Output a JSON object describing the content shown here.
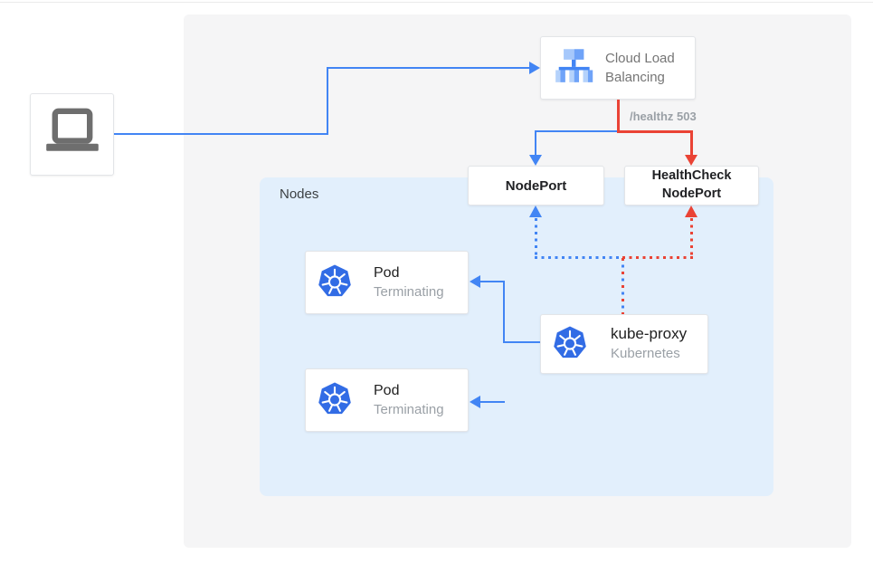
{
  "diagram": {
    "client": {
      "icon": "laptop-icon"
    },
    "cloud_load_balancing": {
      "label": "Cloud Load Balancing",
      "icon": "load-balancer-icon"
    },
    "healthz_badge": "/healthz 503",
    "nodeport": {
      "label": "NodePort"
    },
    "healthcheck_nodeport": {
      "label": "HealthCheck NodePort"
    },
    "nodes_group": {
      "label": "Nodes"
    },
    "pods": [
      {
        "title": "Pod",
        "status": "Terminating",
        "icon": "kubernetes-icon"
      },
      {
        "title": "Pod",
        "status": "Terminating",
        "icon": "kubernetes-icon"
      }
    ],
    "kube_proxy": {
      "title": "kube-proxy",
      "subtitle": "Kubernetes",
      "icon": "kubernetes-icon"
    },
    "colors": {
      "traffic_blue": "#4285f4",
      "healthcheck_red": "#ea4335",
      "nodes_panel_blue": "#e2effc",
      "outer_panel_gray": "#f5f5f6",
      "kubernetes_logo_blue": "#326ce5"
    }
  }
}
